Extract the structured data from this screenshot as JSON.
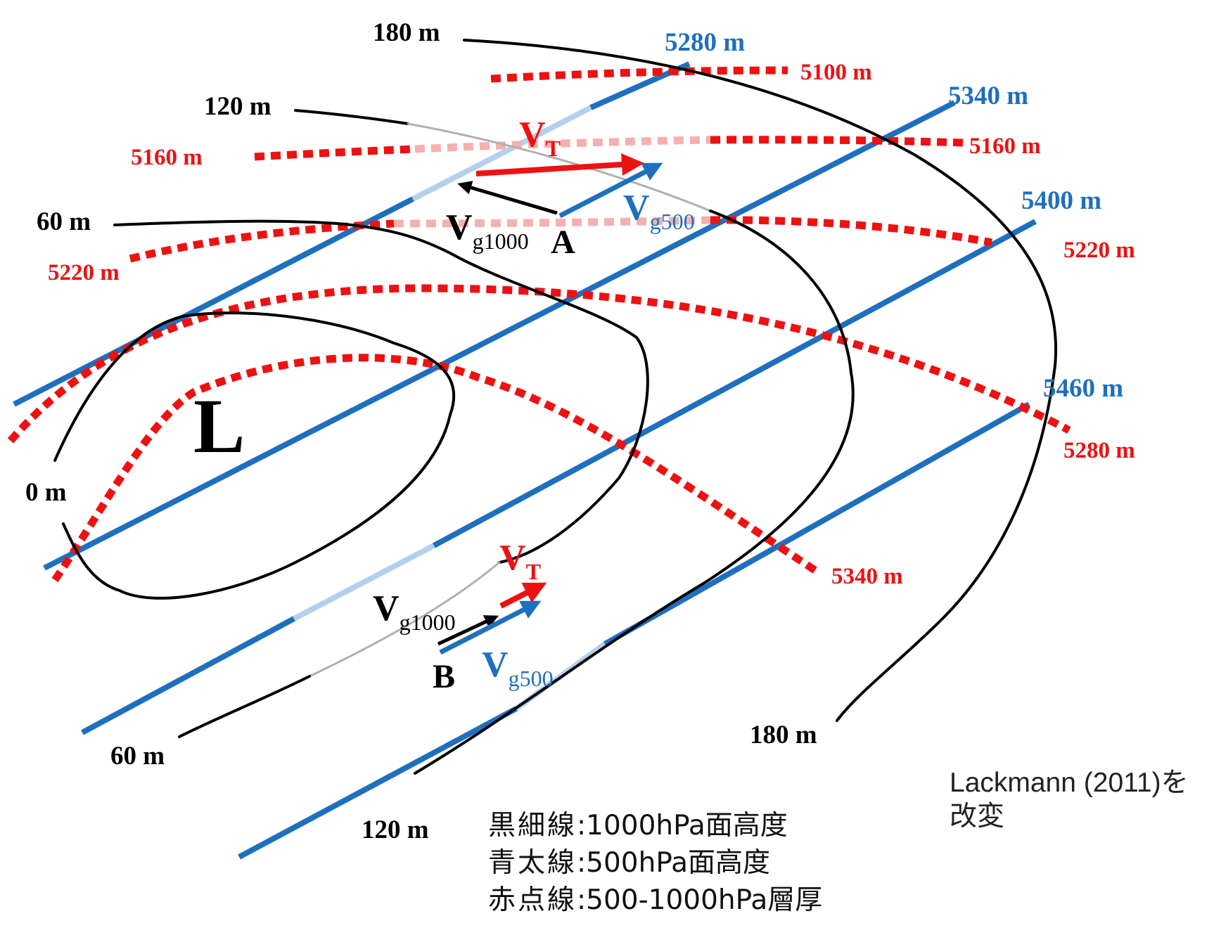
{
  "colors": {
    "h1000": "#000000",
    "h500": "#1f6fbf",
    "h500_faded": "#b3d1ee",
    "thickness": "#ee1111",
    "thickness_faded": "#f6b0b0",
    "vg1000": "#000000",
    "vg500": "#1f6fbf",
    "vt": "#ee1111"
  },
  "labels": {
    "h1000": [
      "180 m",
      "120 m",
      "60 m",
      "0 m",
      "60 m",
      "120 m",
      "180 m"
    ],
    "h500": [
      "5280 m",
      "5340 m",
      "5400 m",
      "5460 m"
    ],
    "thickness": [
      "5100 m",
      "5160 m",
      "5160 m",
      "5220 m",
      "5220 m",
      "5280 m",
      "5340 m"
    ],
    "low": "L",
    "point_a": "A",
    "point_b": "B",
    "vt_a": {
      "main": "V",
      "sub": "T"
    },
    "vg500_a": {
      "main": "V",
      "sub": "g500"
    },
    "vg1000_a": {
      "main": "V",
      "sub": "g1000"
    },
    "vt_b": {
      "main": "V",
      "sub": "T"
    },
    "vg500_b": {
      "main": "V",
      "sub": "g500"
    },
    "vg1000_b": {
      "main": "V",
      "sub": "g1000"
    }
  },
  "legend": [
    {
      "key": "黒細線",
      "sep": ":",
      "text": "1000hPa面高度"
    },
    {
      "key": "青太線",
      "sep": ":",
      "text": "500hPa面高度"
    },
    {
      "key": "赤点線",
      "sep": ":",
      "text": "500-1000hPa層厚"
    }
  ],
  "credit": {
    "line1": "Lackmann (2011)を",
    "line2": "改変"
  }
}
